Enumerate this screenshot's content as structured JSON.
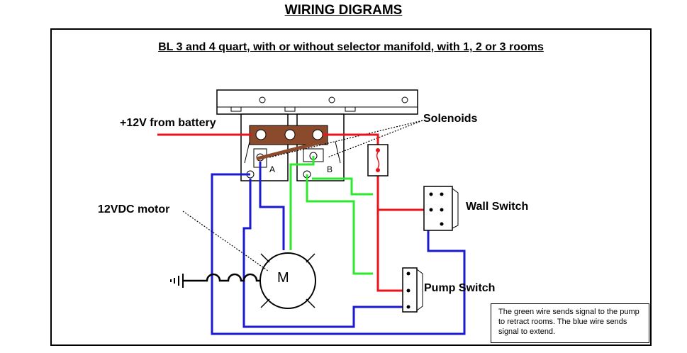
{
  "title": "WIRING DIGRAMS",
  "subtitle": "BL 3 and 4 quart, with or without selector manifold, with 1, 2 or 3 rooms",
  "labels": {
    "battery": "+12V from battery",
    "solenoids": "Solenoids",
    "motor": "12VDC motor",
    "wall_switch": "Wall Switch",
    "pump_switch": "Pump Switch",
    "terminal_a": "A",
    "terminal_b": "B",
    "motor_symbol": "M"
  },
  "note": "The green wire sends signal  to the pump to retract rooms. The blue wire sends signal to extend.",
  "colors": {
    "red_wire": "#e8141c",
    "green_wire": "#2de82d",
    "blue_wire": "#1a1ad0",
    "bus_bar": "#8b4a2c"
  }
}
